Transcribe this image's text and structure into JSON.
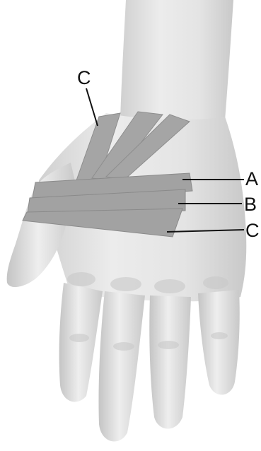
{
  "figure": {
    "labels": {
      "top_left": "C",
      "right_a": "A",
      "right_b": "B",
      "right_c": "C"
    }
  },
  "colors": {
    "background": "#ffffff",
    "skin_light": "#efefef",
    "skin_mid": "#d6d6d6",
    "skin_shadow": "#b8b8b8",
    "tape": "#a4a4a4",
    "tape_edge": "#8a8a8a",
    "leader_line": "#111111"
  }
}
